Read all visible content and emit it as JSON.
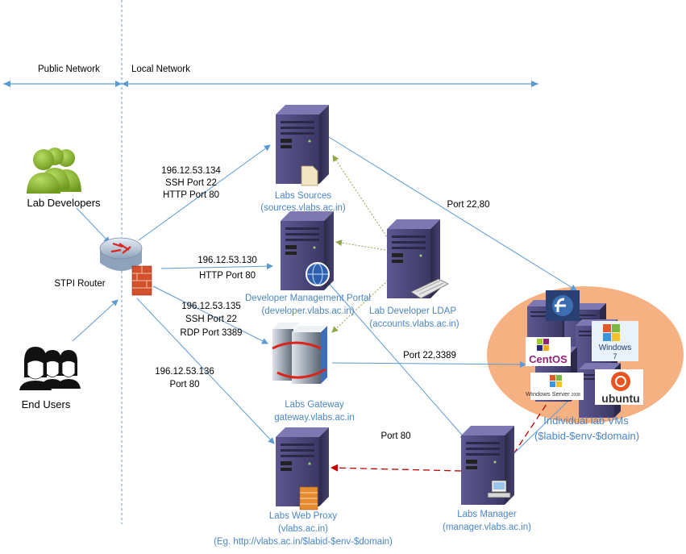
{
  "zones": {
    "public": "Public Network",
    "local": "Local Network"
  },
  "actors": {
    "lab_developers": "Lab Developers",
    "end_users": "End Users",
    "router": "STPI Router"
  },
  "nodes": {
    "sources": {
      "name": "Labs Sources",
      "host": "(sources.vlabs.ac.in)"
    },
    "portal": {
      "name": "Developer Management Portal",
      "host": "(developer.vlabs.ac.in)"
    },
    "ldap": {
      "name": "Lab Developer LDAP",
      "host": "(accounts.vlabs.ac.in)"
    },
    "gateway": {
      "name": "Labs Gateway",
      "host": "gateway.vlabs.ac.in"
    },
    "proxy": {
      "name": "Labs Web Proxy",
      "host": "(vlabs.ac.in)",
      "example": "(Eg. http://vlabs.ac.in/$labid-$env-$domain)"
    },
    "manager": {
      "name": "Labs Manager",
      "host": "(manager.vlabs.ac.in)"
    },
    "vms": {
      "name": "Individual lab VMs",
      "host": "($labid-$env-$domain)"
    }
  },
  "os_labels": {
    "centos": "CentOS",
    "windows": "Windows",
    "windows_version": "7",
    "windows_server": "Windows Server",
    "windows_server_year": "2008",
    "ubuntu": "ubuntu"
  },
  "links": {
    "sources": [
      "196.12.53.134",
      "SSH Port 22",
      "HTTP Port 80"
    ],
    "portal": [
      "196.12.53.130",
      "HTTP Port 80"
    ],
    "gateway": [
      "196.12.53.135",
      "SSH Port 22",
      "RDP Port 3389"
    ],
    "proxy": [
      "196.12.53.136",
      "Port 80"
    ],
    "sources_vms": "Port 22,80",
    "gateway_vms": "Port 22,3389",
    "manager_proxy": "Port 80"
  },
  "colors": {
    "line": "#5b9bd5",
    "node_label": "#4a86c5",
    "ldap_link": "#8fa84a",
    "manager_link": "#c00000",
    "vm_cloud": "#f6b183",
    "server_body": "#4a4578"
  }
}
